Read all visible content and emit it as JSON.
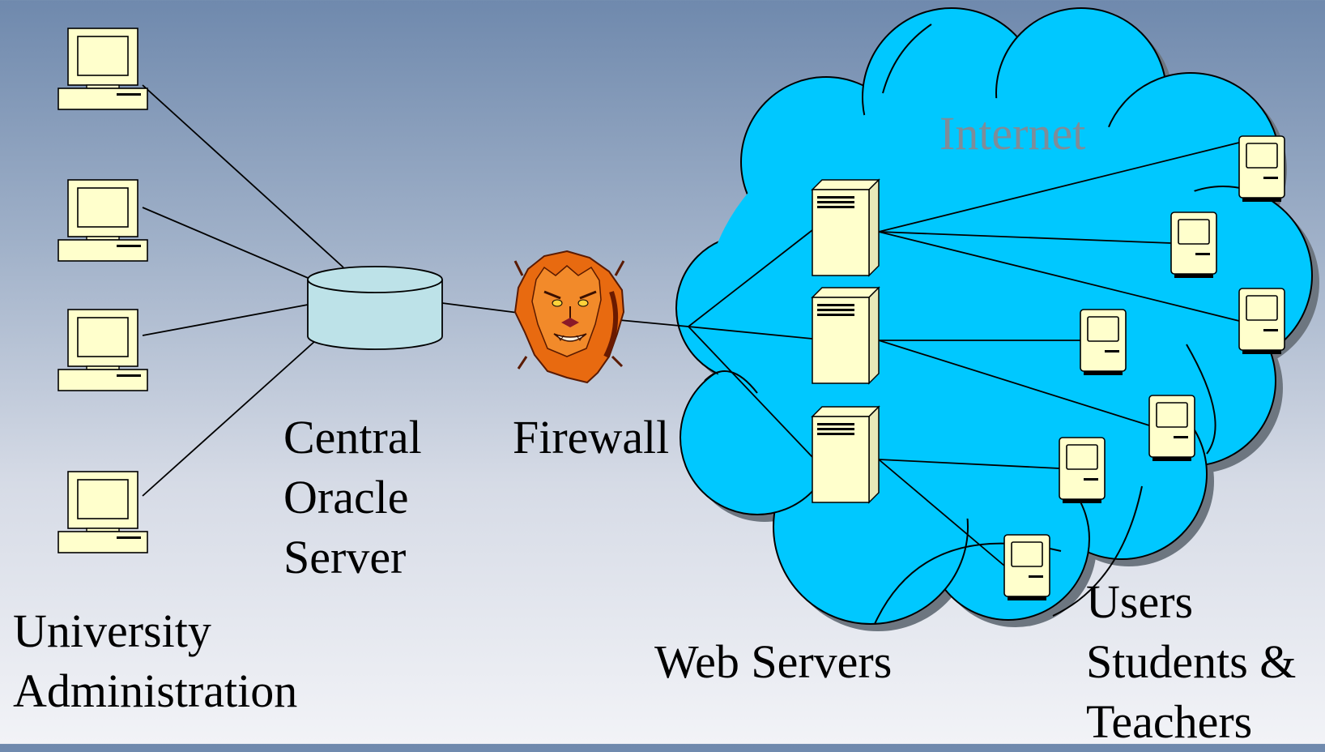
{
  "labels": {
    "university": [
      "University",
      "Administration"
    ],
    "server": [
      "Central",
      "Oracle",
      "Server"
    ],
    "firewall": "Firewall",
    "internet": "Internet",
    "web_servers": "Web Servers",
    "users": [
      "Users",
      "Students &",
      "Teachers"
    ]
  },
  "icons": {
    "admin_pc": "desktop-computer-icon",
    "database": "database-cylinder-icon",
    "firewall": "lion-head-icon",
    "web_server": "tower-server-icon",
    "client": "classic-mac-icon",
    "network": "cloud-shape"
  },
  "colors": {
    "cloud_fill": "#00c8ff",
    "cloud_shadow": "#6d7680",
    "device_fill": "#ffffcc",
    "database_fill": "#bde2e8",
    "line": "#000000",
    "internet_text": "#7f8c98"
  }
}
